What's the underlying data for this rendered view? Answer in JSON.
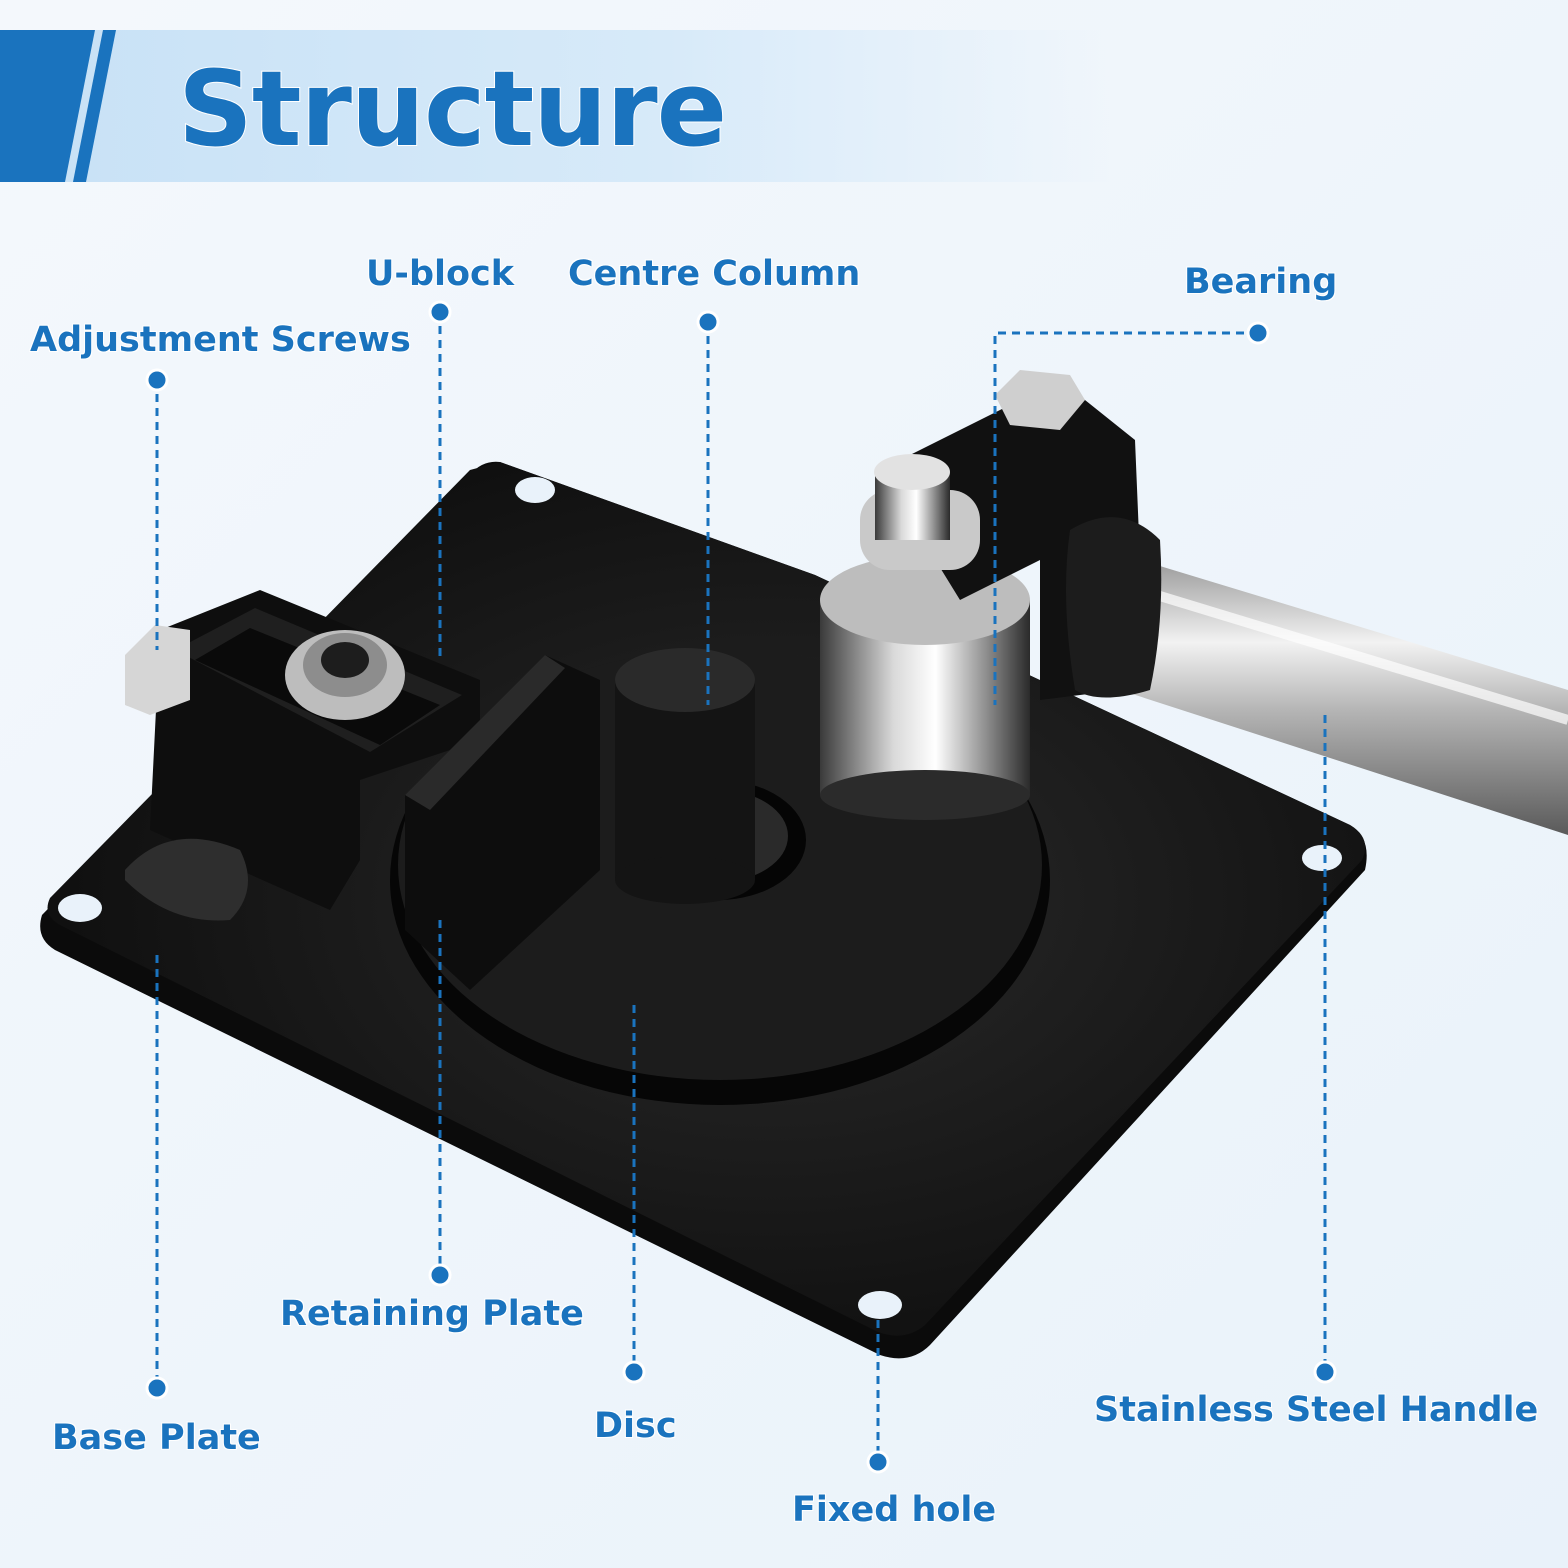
{
  "title": "Structure",
  "labels": {
    "adjustment_screws": "Adjustment Screws",
    "u_block": "U-block",
    "centre_column": "Centre Column",
    "bearing": "Bearing",
    "retaining_plate": "Retaining Plate",
    "base_plate": "Base Plate",
    "disc": "Disc",
    "fixed_hole": "Fixed hole",
    "stainless_steel_handle": "Stainless Steel Handle"
  },
  "colors": {
    "accent": "#1a73be",
    "banner": "#c7e1f6",
    "steel_black": "#151515"
  }
}
